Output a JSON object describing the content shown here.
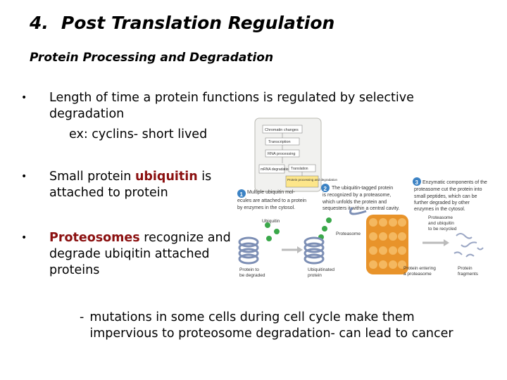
{
  "slide": {
    "title_number": "4.",
    "title_text": "Post Translation Regulation",
    "subtitle": "Protein Processing and Degradation",
    "bullet_char": "•",
    "bullet1": {
      "line1": "Length of time a protein functions is regulated by selective",
      "line2": "degradation",
      "example": "ex:  cyclins- short lived"
    },
    "bullet2": {
      "pre": "Small protein ",
      "highlight": "ubiquitin",
      "post": " is",
      "line2": "attached to protein"
    },
    "bullet3": {
      "highlight": "Proteosomes",
      "post": " recognize and",
      "line2": "degrade ubiqitin  attached",
      "line3": "proteins"
    },
    "subpoint": {
      "dash": "-",
      "line1": "mutations in some cells during cell cycle make them",
      "line2": "impervious to proteosome degradation- can lead to cancer"
    },
    "highlight_color": "#8b1010"
  },
  "figure": {
    "flowchart": {
      "boxes": [
        "Chromatin changes",
        "Transcription",
        "RNA processing",
        "mRNA degradation",
        "Translation",
        "Protein processing and degradation"
      ]
    },
    "steps": [
      {
        "number": "1",
        "text": [
          "Multiple ubiquitin mol-",
          "ecules are attached to a protein",
          "by enzymes in the cytosol."
        ]
      },
      {
        "number": "2",
        "text": [
          "The ubiquitin-tagged protein",
          "is recognized by a proteasome,",
          "which unfolds the protein and",
          "sequesters it within a central cavity."
        ]
      },
      {
        "number": "3",
        "text": [
          "Enzymatic components of the",
          "proteasome cut the protein into",
          "small peptides, which can be",
          "further degraded by other",
          "enzymes in the cytosol."
        ]
      }
    ],
    "labels": {
      "ubiquitin": "Ubiquitin",
      "proteasome": "Proteasome",
      "protein_degraded": [
        "Protein to",
        "be degraded"
      ],
      "ubiquitinated": [
        "Ubiquitinated",
        "protein"
      ],
      "entering": [
        "Protein entering",
        "a proteasome"
      ],
      "recycled": [
        "Proteasome",
        "and ubiquitin",
        "to be recycled"
      ],
      "fragments": [
        "Protein",
        "fragments"
      ]
    },
    "colors": {
      "step_circle": "#3b82c4",
      "ubiquitin_green": "#3aa84a",
      "proteasome_orange": "#e8932a",
      "protein_blue": "#7d8fb5"
    }
  }
}
